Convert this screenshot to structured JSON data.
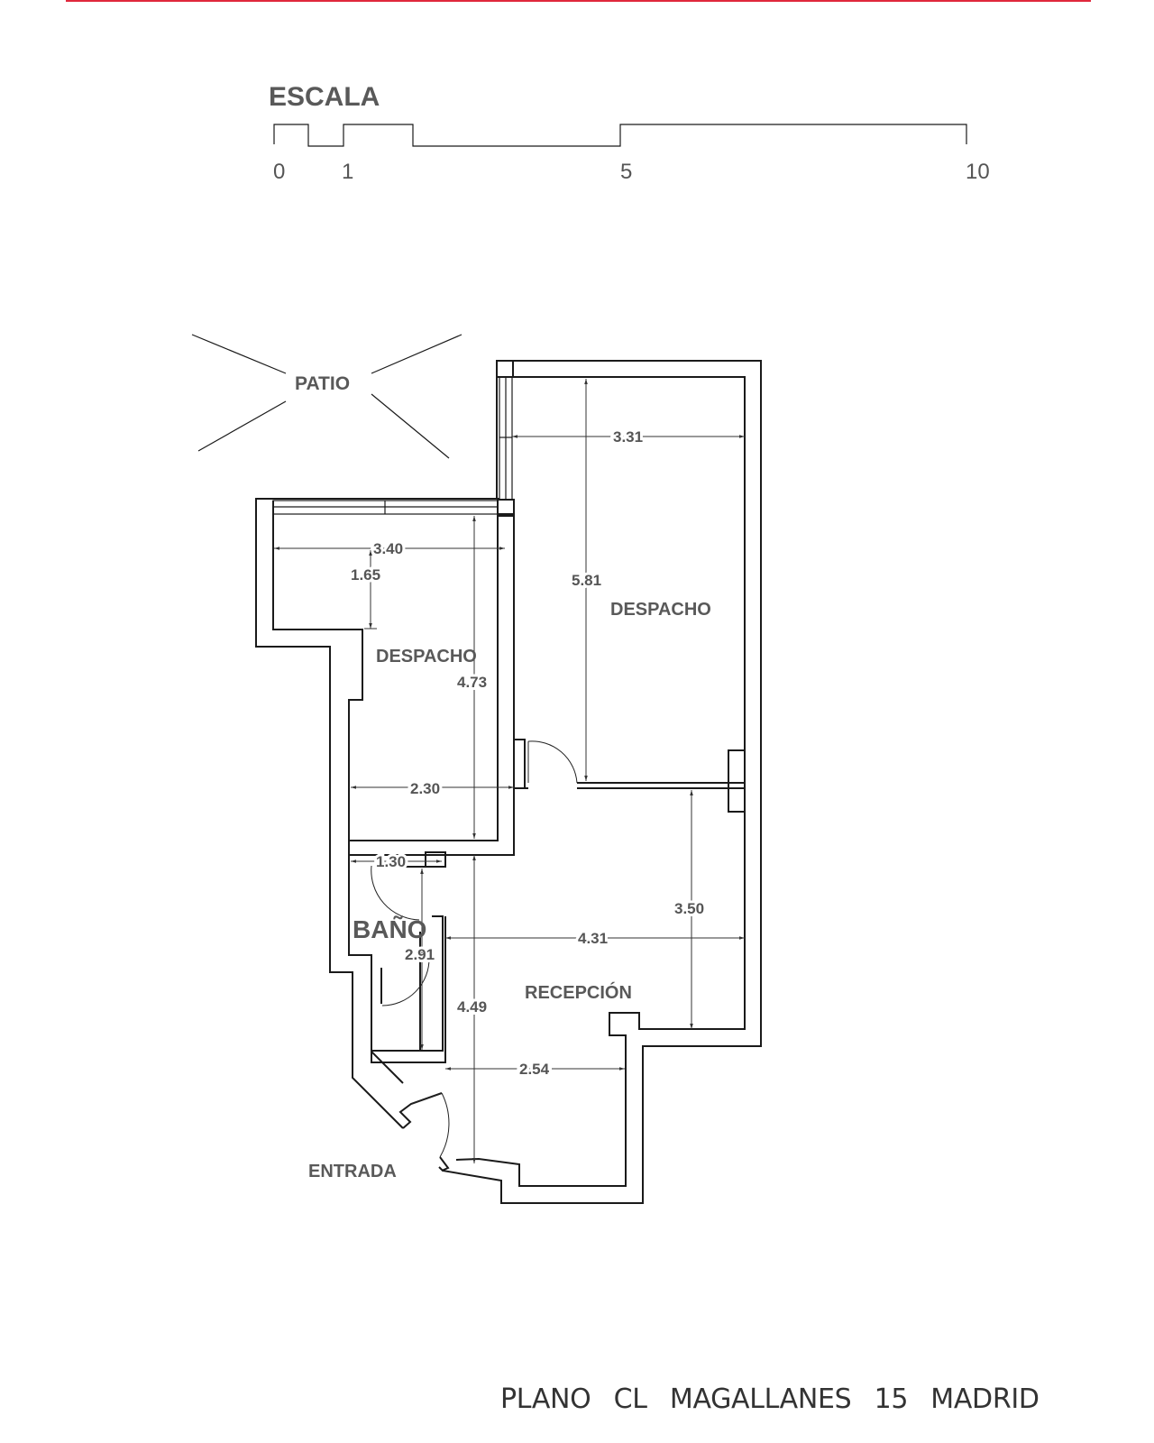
{
  "scale": {
    "label": "ESCALA",
    "ticks": [
      "0",
      "1",
      "5",
      "10"
    ]
  },
  "rooms": {
    "patio": "PATIO",
    "despacho_left": "DESPACHO",
    "despacho_right": "DESPACHO",
    "bano": "BAÑO",
    "recepcion": "RECEPCIÓN",
    "entrada": "ENTRADA"
  },
  "dimensions": {
    "d_331": "3.31",
    "d_581": "5.81",
    "d_340": "3.40",
    "d_165": "1.65",
    "d_473": "4.73",
    "d_230": "2.30",
    "d_130": "1.30",
    "d_291": "2.91",
    "d_431": "4.31",
    "d_350": "3.50",
    "d_449": "4.49",
    "d_254": "2.54"
  },
  "title": "PLANO CL MAGALLANES 15 MADRID",
  "colors": {
    "accent_rule": "#e0283c",
    "walls": "#1a1a1a",
    "labels": "#595959"
  }
}
